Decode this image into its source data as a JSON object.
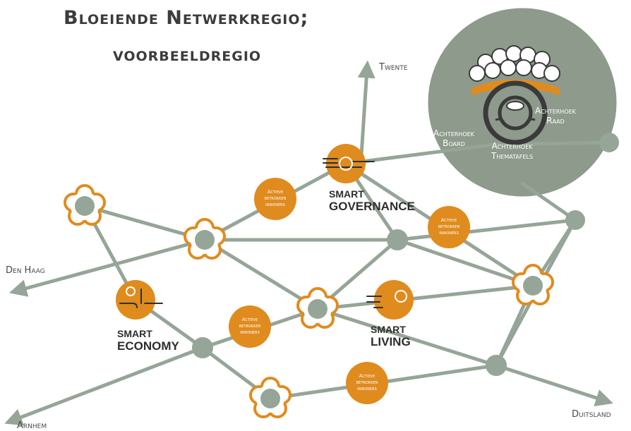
{
  "title": {
    "line1": "Bloeiende Netwerkregio;",
    "line2": "voorbeeldregio"
  },
  "destinations": {
    "north": "Twente",
    "west": "Den Haag",
    "southwest": "Arnhem",
    "east": "Duitsland"
  },
  "hub": {
    "raad": [
      "Achterhoek",
      "Raad"
    ],
    "board": [
      "Achterhoek",
      "Board"
    ],
    "thematafels": [
      "Achterhoek",
      "Thematafels"
    ]
  },
  "smart_nodes": {
    "governance": [
      "SMART",
      "GOVERNANCE"
    ],
    "economy": [
      "SMART",
      "ECONOMY"
    ],
    "living": [
      "SMART",
      "LIVING"
    ]
  },
  "citizen_label": [
    "Actieve",
    "betrokken",
    "inwoners"
  ],
  "colors": {
    "line": "#95a597",
    "node": "#95a597",
    "hub": "#8e9a8c",
    "orange": "#e08b1e",
    "text": "#3c3c3c"
  }
}
